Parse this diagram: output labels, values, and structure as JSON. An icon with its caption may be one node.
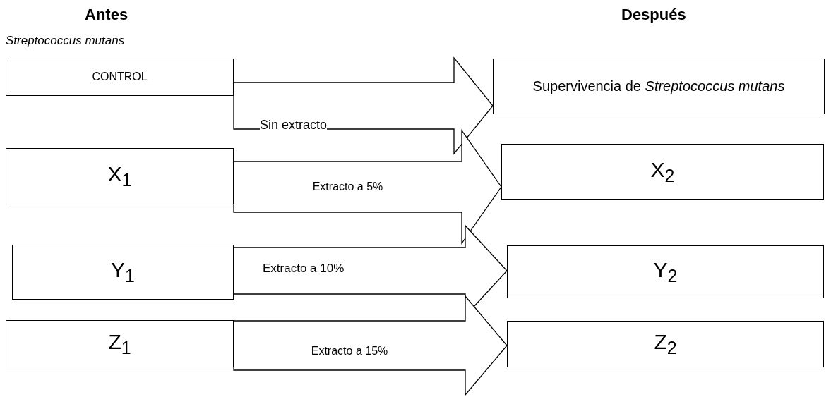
{
  "diagram": {
    "nodes": [
      {
        "text": [
          "CONTROL"
        ]
      },
      {
        "text": [
          "X$_{1}$"
        ]
      },
      {
        "text": [
          "Y$_{1}$"
        ]
      },
      {
        "text": [
          "Z$_{1}$"
        ]
      },
      {
        "text": [
          "Supervivencia de *Streptococcus mutans*"
        ]
      },
      {
        "text": [
          "X$_{2}$"
        ]
      },
      {
        "text": [
          "Y$_{2}$"
        ]
      },
      {
        "text": [
          "Z$_{2}$"
        ]
      }
    ],
    "edges": [
      {
        "from": 0,
        "to": 4,
        "arrow": "to",
        "label": "Sin extracto"
      },
      {
        "from": 1,
        "to": 5,
        "arrow": "to",
        "label": "Extracto a 5%"
      },
      {
        "from": 2,
        "to": 6,
        "arrow": "to",
        "label": "Extracto a 10%"
      },
      {
        "from": 3,
        "to": 7,
        "arrow": "to",
        "label": "Extracto a 15%"
      }
    ],
    "labels": [
      "Antes",
      "Streptococcus mutans",
      "Después"
    ]
  }
}
